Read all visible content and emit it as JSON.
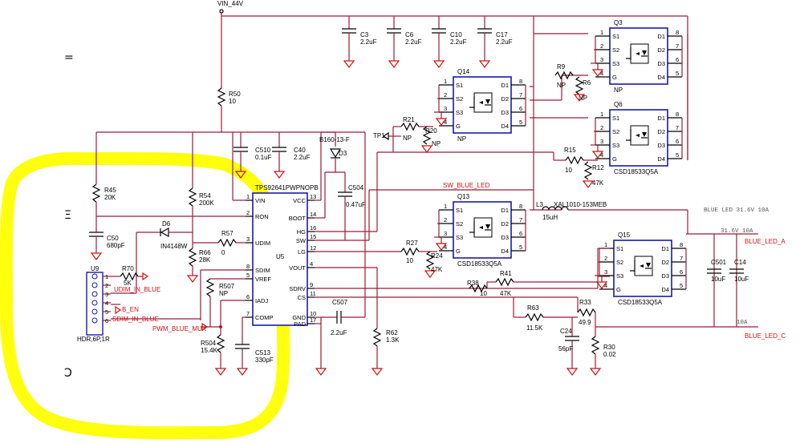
{
  "net_vin": "VIN_44V",
  "left_glyphs": [
    "=",
    "Ξ",
    "Ͻ"
  ],
  "caps_top": [
    {
      "ref": "C3",
      "val": "2.2uF"
    },
    {
      "ref": "C6",
      "val": "2.2uF"
    },
    {
      "ref": "C10",
      "val": "2.2uF"
    },
    {
      "ref": "C17",
      "val": "2.2uF"
    }
  ],
  "r50": {
    "ref": "R50",
    "val": "10"
  },
  "c510": {
    "ref": "C510",
    "val": "0.1uF"
  },
  "c40": {
    "ref": "C40",
    "val": "2.2uF"
  },
  "d3": {
    "ref": "D3",
    "part": "B160-13-F"
  },
  "c504": {
    "ref": "C504",
    "val": "0.47uF"
  },
  "r45": {
    "ref": "R45",
    "val": "20K"
  },
  "r54": {
    "ref": "R54",
    "val": "200K"
  },
  "c50": {
    "ref": "C50",
    "val": "680pF"
  },
  "d6": {
    "ref": "D6",
    "part": "IN4148W"
  },
  "r57": {
    "ref": "R57",
    "val": "0"
  },
  "r66": {
    "ref": "R66",
    "val": "28K"
  },
  "r507": {
    "ref": "R507",
    "val": "NP"
  },
  "r504": {
    "ref": "R504",
    "val": "15.4K"
  },
  "c513": {
    "ref": "C513",
    "val": "330pF"
  },
  "r70": {
    "ref": "R70",
    "val": "5K"
  },
  "u9": {
    "ref": "U9",
    "part": "HDR,6P,1R",
    "pins": [
      "1",
      "2",
      "3",
      "4",
      "5",
      "6"
    ]
  },
  "u5": {
    "part": "TPS92641PWPNOPB",
    "ref": "U5",
    "left_pins": [
      {
        "num": "1",
        "name": "VIN"
      },
      {
        "num": "2",
        "name": "RON"
      },
      {
        "num": "3",
        "name": "UDIM"
      },
      {
        "num": "8",
        "name": "SDIM"
      },
      {
        "num": "5",
        "name": "VREF"
      },
      {
        "num": "6",
        "name": "IADJ"
      },
      {
        "num": "7",
        "name": "COMP"
      }
    ],
    "right_pins": [
      {
        "num": "13",
        "name": "VCC"
      },
      {
        "num": "14",
        "name": "BOOT"
      },
      {
        "num": "16",
        "name": "HG"
      },
      {
        "num": "15",
        "name": "SW"
      },
      {
        "num": "12",
        "name": "LG"
      },
      {
        "num": "4",
        "name": "VOUT"
      },
      {
        "num": "9",
        "name": "SDRV"
      },
      {
        "num": "11",
        "name": "CS"
      },
      {
        "num": "10",
        "name": "GND"
      },
      {
        "num": "17",
        "name": "PAD"
      }
    ]
  },
  "c507": {
    "ref": "C507",
    "val": "2.2uF"
  },
  "r62": {
    "ref": "R62",
    "val": "1.3K"
  },
  "tp1": "TP1",
  "r21": {
    "ref": "R21",
    "val": "NP"
  },
  "r20": {
    "ref": "R20",
    "val": "NP"
  },
  "r27": {
    "ref": "R27",
    "val": "10"
  },
  "r24": {
    "ref": "R24",
    "val": "47K"
  },
  "r9": {
    "ref": "R9",
    "val": "NP"
  },
  "r6": {
    "ref": "R6",
    "val": "NP"
  },
  "r15": {
    "ref": "R15",
    "val": "10"
  },
  "r12": {
    "ref": "R12",
    "val": "47K"
  },
  "r38": {
    "ref": "R38",
    "val": "10"
  },
  "r41": {
    "ref": "R41",
    "val": "47K"
  },
  "r63": {
    "ref": "R63",
    "val": "11.5K"
  },
  "r33": {
    "ref": "R33",
    "val": "49.9"
  },
  "r30": {
    "ref": "R30",
    "val": "0.02"
  },
  "c24": {
    "ref": "C24",
    "val": "56pF"
  },
  "l3": {
    "ref": "L3",
    "val": "15uH",
    "part": "XAL1010-153MEB"
  },
  "c501": {
    "ref": "C501",
    "val": "10uF"
  },
  "c14": {
    "ref": "C14",
    "val": "10uF"
  },
  "mosfet_pins": {
    "left": [
      "S1",
      "S2",
      "S3",
      "G"
    ],
    "right": [
      "D1",
      "D2",
      "D3",
      "D4"
    ],
    "lnum": [
      "1",
      "2",
      "3",
      "4"
    ],
    "rnum": [
      "8",
      "7",
      "6",
      "5"
    ]
  },
  "q14": {
    "ref": "Q14",
    "part": "NP"
  },
  "q3": {
    "ref": "Q3",
    "part": "NP"
  },
  "q6": {
    "ref": "Q6",
    "part": "CSD18533Q5A"
  },
  "q13": {
    "ref": "Q13",
    "part": "CSD18533Q5A"
  },
  "q15": {
    "ref": "Q15",
    "part": "CSD18533Q5A"
  },
  "nets": {
    "sw_blue_led": "SW_BLUE_LED",
    "udim_in_blue": "UDIM_IN_BLUE",
    "b_en": "B_EN",
    "sdim_in_blue": "SDIM_IN_BLUE",
    "pwm_blue_mux": "PWM_BLUE_MUX",
    "blue_led_a": "BLUE_LED_A",
    "blue_led_c": "BLUE_LED_C"
  },
  "notes": {
    "blue_led": "BLUE LED  31.6V 10A",
    "v316": "31.6V 10A",
    "a10": "10A"
  },
  "colors": {
    "wire": "#9b1c3a",
    "ground": "#d01010",
    "ic_border": "#1a1aa8",
    "highlight": "#ffff00",
    "net_label": "#d01010"
  }
}
